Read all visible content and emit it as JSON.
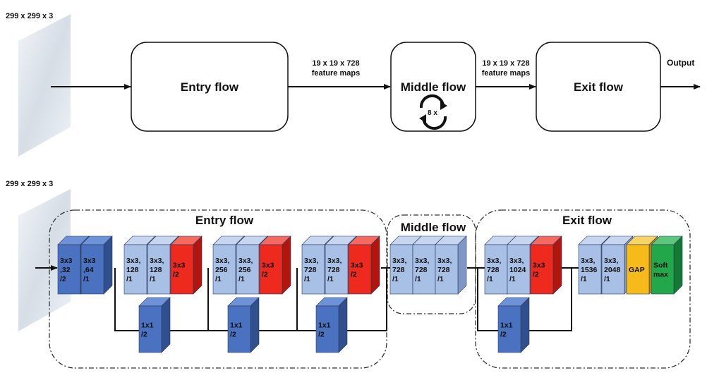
{
  "top": {
    "input_size": "299 x 299 x 3",
    "entry_flow": "Entry flow",
    "middle_flow": "Middle flow",
    "middle_repeat": "8 x",
    "exit_flow": "Exit flow",
    "fm1_line1": "19 x 19 x 728",
    "fm1_line2": "feature maps",
    "fm2_line1": "19 x 19 x 728",
    "fm2_line2": "feature maps",
    "output": "Output"
  },
  "bottom": {
    "input_size": "299 x 299 x 3",
    "entry_flow": "Entry flow",
    "middle_flow": "Middle flow",
    "exit_flow": "Exit flow",
    "blocks": [
      {
        "lines": [
          "3x3",
          ",32",
          "/2"
        ],
        "color": "dark"
      },
      {
        "lines": [
          "3x3",
          ",64",
          "/1"
        ],
        "color": "dark"
      },
      {
        "lines": [
          "3x3,",
          "128",
          "/1"
        ],
        "color": "light"
      },
      {
        "lines": [
          "3x3,",
          "128",
          "/1"
        ],
        "color": "light"
      },
      {
        "lines": [
          "3x3",
          "/2"
        ],
        "color": "red"
      },
      {
        "lines": [
          "3x3,",
          "256",
          "/1"
        ],
        "color": "light"
      },
      {
        "lines": [
          "3x3,",
          "256",
          "/1"
        ],
        "color": "light"
      },
      {
        "lines": [
          "3x3",
          "/2"
        ],
        "color": "red"
      },
      {
        "lines": [
          "3x3,",
          "728",
          "/1"
        ],
        "color": "light"
      },
      {
        "lines": [
          "3x3,",
          "728",
          "/1"
        ],
        "color": "light"
      },
      {
        "lines": [
          "3x3",
          "/2"
        ],
        "color": "red"
      },
      {
        "lines": [
          "3x3,",
          "728",
          "/1"
        ],
        "color": "light"
      },
      {
        "lines": [
          "3x3,",
          "728",
          "/1"
        ],
        "color": "light"
      },
      {
        "lines": [
          "3x3,",
          "728",
          "/1"
        ],
        "color": "light"
      },
      {
        "lines": [
          "3x3,",
          "728",
          "/1"
        ],
        "color": "light"
      },
      {
        "lines": [
          "3x3,",
          "1024",
          "/1"
        ],
        "color": "light"
      },
      {
        "lines": [
          "3x3",
          "/2"
        ],
        "color": "red"
      },
      {
        "lines": [
          "3x3,",
          "1536",
          "/1"
        ],
        "color": "light"
      },
      {
        "lines": [
          "3x3,",
          "2048",
          "/1"
        ],
        "color": "light"
      },
      {
        "lines": [
          "GAP"
        ],
        "color": "yellow"
      },
      {
        "lines": [
          "Soft",
          "max"
        ],
        "color": "green"
      }
    ],
    "shortcuts": [
      {
        "lines": [
          "1x1",
          "/2"
        ],
        "color": "dark"
      },
      {
        "lines": [
          "1x1",
          "/2"
        ],
        "color": "dark"
      },
      {
        "lines": [
          "1x1",
          "/2"
        ],
        "color": "dark"
      },
      {
        "lines": [
          "1x1",
          "/2"
        ],
        "color": "dark"
      }
    ]
  },
  "colors": {
    "dark": {
      "front": "#4a72c0",
      "top": "#6e92d8",
      "side": "#2f4f8f"
    },
    "light": {
      "front": "#a8bfe6",
      "top": "#c6d5f0",
      "side": "#7f97c4"
    },
    "red": {
      "front": "#ee2a1f",
      "top": "#f46a60",
      "side": "#b3140c"
    },
    "yellow": {
      "front": "#f6bb1a",
      "top": "#f8d466",
      "side": "#c48e00"
    },
    "green": {
      "front": "#22a84a",
      "top": "#5cc77b",
      "side": "#147a33"
    }
  }
}
